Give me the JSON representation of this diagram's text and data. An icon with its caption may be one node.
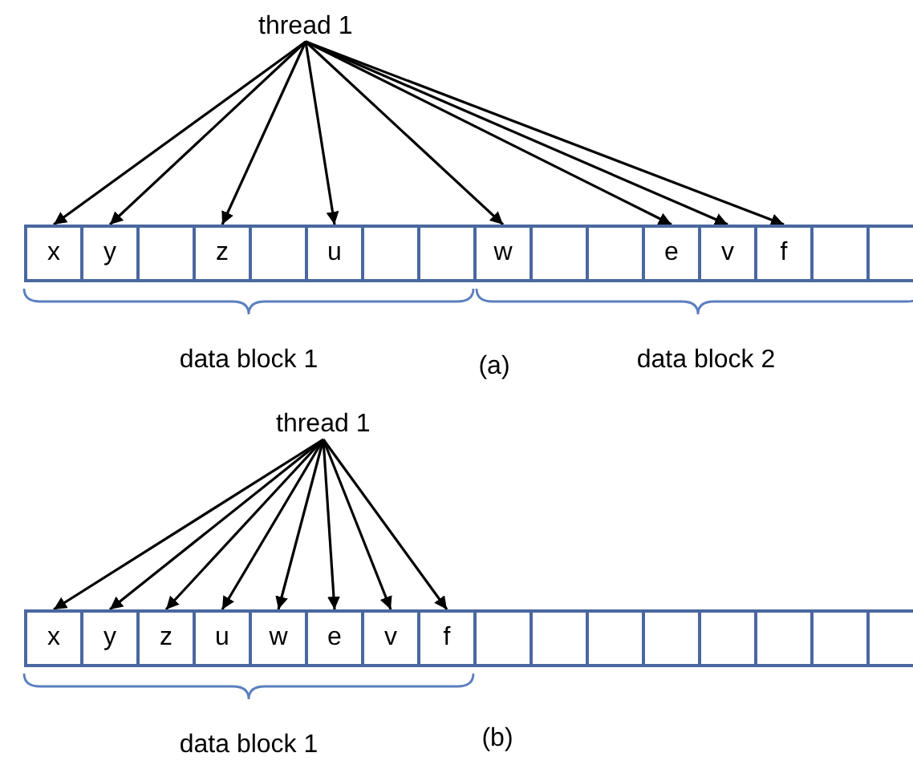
{
  "diagram": {
    "nodes": [
      {
        "text": [
          "thread 1"
        ]
      },
      {
        "text": [
          "x"
        ]
      },
      {
        "text": [
          "y"
        ]
      },
      {
        "text": [],
        "shape": "box"
      },
      {
        "text": [
          "z"
        ]
      },
      {
        "text": [],
        "shape": "box"
      },
      {
        "text": [
          "u"
        ]
      },
      {
        "text": [],
        "shape": "box"
      },
      {
        "text": [],
        "shape": "box"
      },
      {
        "text": [
          "w"
        ]
      },
      {
        "text": [],
        "shape": "box"
      },
      {
        "text": [],
        "shape": "box"
      },
      {
        "text": [
          "e"
        ]
      },
      {
        "text": [
          "v"
        ]
      },
      {
        "text": [
          "f"
        ]
      },
      {
        "text": [],
        "shape": "box"
      },
      {
        "text": [],
        "shape": "box"
      },
      {
        "text": [
          "thread 1"
        ]
      },
      {
        "text": [
          "x"
        ]
      },
      {
        "text": [
          "y"
        ]
      },
      {
        "text": [
          "z"
        ]
      },
      {
        "text": [
          "u"
        ]
      },
      {
        "text": [
          "w"
        ]
      },
      {
        "text": [
          "e"
        ]
      },
      {
        "text": [
          "v"
        ]
      },
      {
        "text": [
          "f"
        ]
      },
      {
        "text": [],
        "shape": "box"
      },
      {
        "text": [],
        "shape": "box"
      },
      {
        "text": [],
        "shape": "box"
      },
      {
        "text": [],
        "shape": "box"
      },
      {
        "text": [],
        "shape": "box"
      },
      {
        "text": [],
        "shape": "box"
      },
      {
        "text": [],
        "shape": "box"
      },
      {
        "text": [],
        "shape": "box"
      }
    ],
    "edges": [
      {
        "from": 0,
        "to": 1,
        "arrow": "to"
      },
      {
        "from": 0,
        "to": 2,
        "arrow": "to"
      },
      {
        "from": 0,
        "to": 4,
        "arrow": "to"
      },
      {
        "from": 0,
        "to": 6,
        "arrow": "to"
      },
      {
        "from": 0,
        "to": 9,
        "arrow": "to"
      },
      {
        "from": 0,
        "to": 12,
        "arrow": "to"
      },
      {
        "from": 0,
        "to": 13,
        "arrow": "to"
      },
      {
        "from": 0,
        "to": 14,
        "arrow": "to"
      },
      {
        "from": 17,
        "to": 18,
        "arrow": "to"
      },
      {
        "from": 17,
        "to": 19,
        "arrow": "to"
      },
      {
        "from": 17,
        "to": 20,
        "arrow": "to"
      },
      {
        "from": 17,
        "to": 21,
        "arrow": "to"
      },
      {
        "from": 17,
        "to": 22,
        "arrow": "to"
      },
      {
        "from": 17,
        "to": 23,
        "arrow": "to"
      },
      {
        "from": 17,
        "to": 24,
        "arrow": "to"
      },
      {
        "from": 17,
        "to": 25,
        "arrow": "to"
      }
    ],
    "labels": [
      "data block 1",
      "(a)",
      "data block 2",
      "data block 1",
      "(b)"
    ]
  }
}
